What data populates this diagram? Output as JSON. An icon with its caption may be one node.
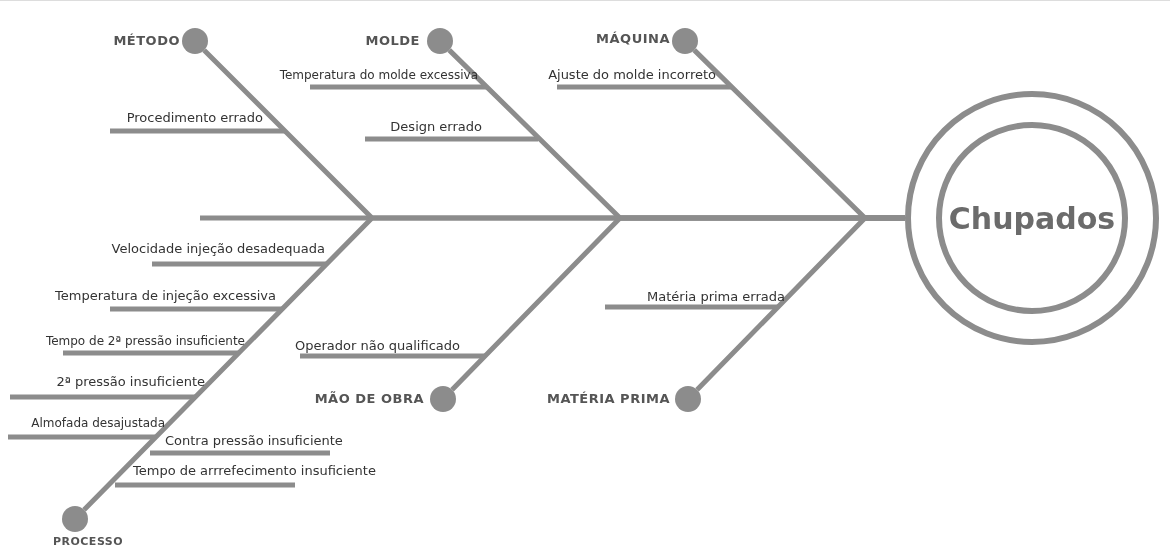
{
  "diagram": {
    "nodes": [
      {
        "text": [],
        "shape": "circle",
        "beside": [
          "MÉTODO"
        ]
      },
      {
        "text": [],
        "shape": "circle",
        "beside": [
          "MOLDE"
        ]
      },
      {
        "text": [],
        "shape": "circle",
        "beside": [
          "MÁQUINA"
        ]
      },
      {
        "text": [
          "Chupados"
        ]
      },
      {
        "text": [],
        "shape": "circle",
        "beside": [
          "MÃO DE OBRA"
        ]
      },
      {
        "text": [],
        "shape": "circle",
        "beside": [
          "MATÉRIA PRIMA"
        ]
      },
      {
        "text": [],
        "shape": "circle",
        "beside": [
          "PROCESSO"
        ]
      }
    ],
    "edges": [
      {
        "from": 0,
        "to": 3,
        "arrow": "none"
      },
      {
        "from": 1,
        "to": 3,
        "arrow": "none"
      },
      {
        "from": 2,
        "to": 3,
        "arrow": "none"
      },
      {
        "from": 4,
        "to": 3,
        "arrow": "none"
      },
      {
        "from": 5,
        "to": 3,
        "arrow": "none"
      },
      {
        "from": 6,
        "to": 3,
        "arrow": "none"
      }
    ],
    "labels": [
      "Temperatura do molde excessiva",
      "Ajuste do molde incorreto",
      "Procedimento errado",
      "Design errado",
      "Velocidade injeção desadequada",
      "Temperatura de injeção excessiva",
      "Matéria prima errada",
      "Tempo de 2ª pressão insuficiente",
      "Operador não qualificado",
      "2ª pressão insuficiente",
      "Almofada desajustada",
      "Contra pressão insuficiente",
      "Tempo de arrrefecimento insuficiente"
    ]
  }
}
